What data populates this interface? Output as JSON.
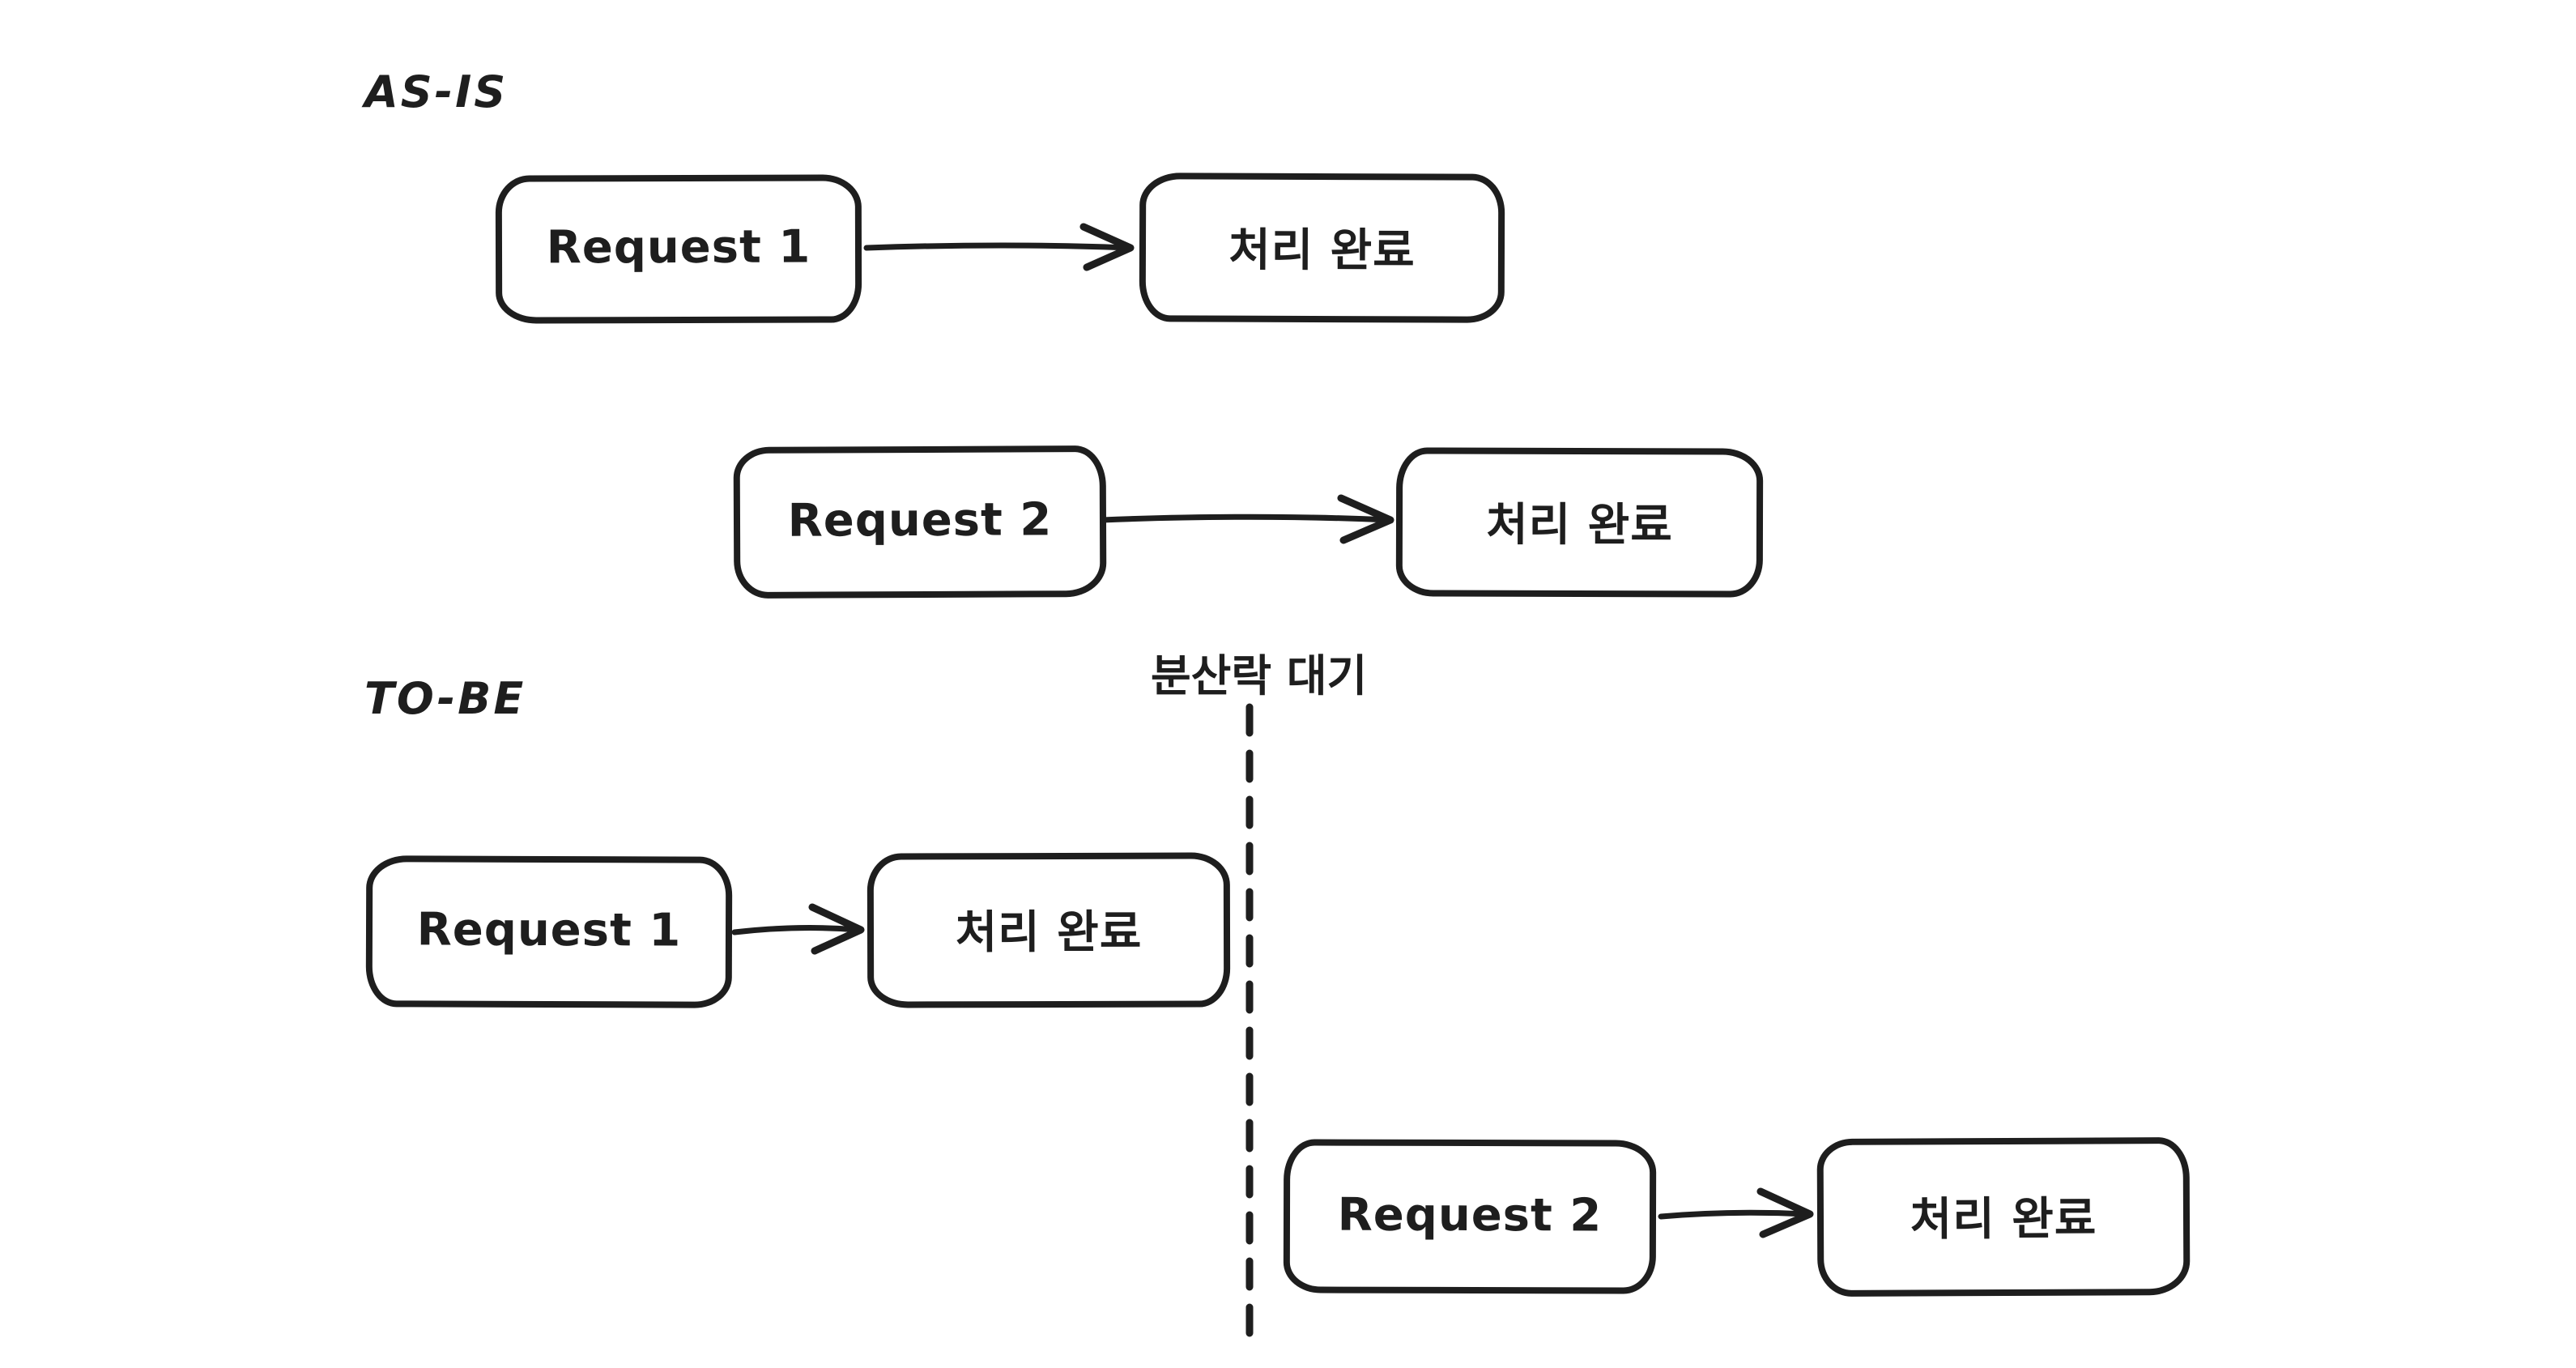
{
  "canvas": {
    "background": "#ffffff",
    "stroke_color": "#1e1e1e"
  },
  "as_is": {
    "label": "AS-IS",
    "flows": [
      {
        "source": "Request 1",
        "target": "처리 완료"
      },
      {
        "source": "Request 2",
        "target": "처리 완료"
      }
    ]
  },
  "to_be": {
    "label": "TO-BE",
    "divider_label": "분산락 대기",
    "flows": [
      {
        "source": "Request 1",
        "target": "처리 완료"
      },
      {
        "source": "Request 2",
        "target": "처리 완료"
      }
    ]
  }
}
